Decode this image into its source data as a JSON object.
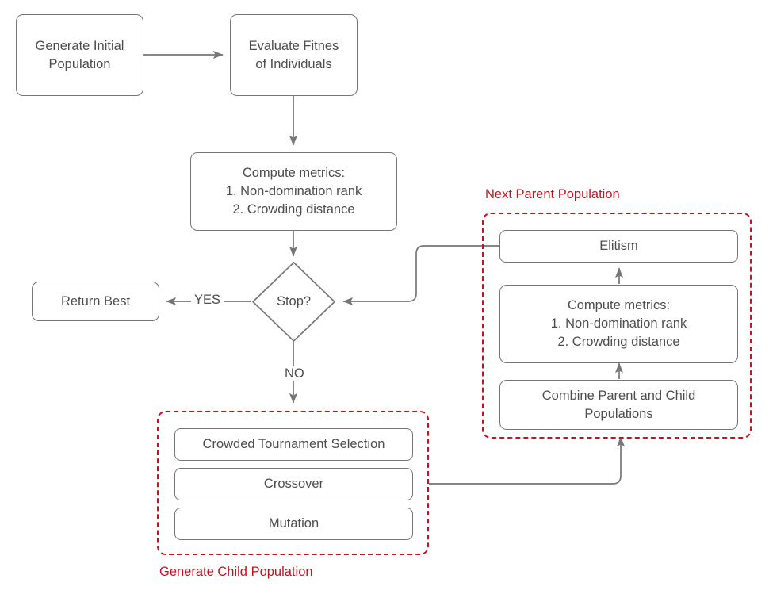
{
  "diagram": {
    "title": "NSGA-II Evolutionary Algorithm Flowchart",
    "line_color": "#767676",
    "text_color": "#4d4d4d",
    "group_color": "#c3141e",
    "background": "#ffffff"
  },
  "nodes": {
    "generate_initial_population": "Generate Initial\nPopulation",
    "evaluate_fitness": "Evaluate Fitnes\nof Individuals",
    "compute_metrics_main": "Compute metrics:\n1. Non-domination rank\n2. Crowding distance",
    "stop_decision": "Stop?",
    "return_best": "Return Best",
    "elitism": "Elitism",
    "compute_metrics_next": "Compute metrics:\n1. Non-domination rank\n2. Crowding distance",
    "combine_populations": "Combine Parent and Child\nPopulations",
    "crowded_tournament_selection": "Crowded Tournament Selection",
    "crossover": "Crossover",
    "mutation": "Mutation"
  },
  "groups": {
    "next_parent_population": "Next Parent Population",
    "generate_child_population": "Generate Child Population"
  },
  "edge_labels": {
    "yes": "YES",
    "no": "NO"
  }
}
